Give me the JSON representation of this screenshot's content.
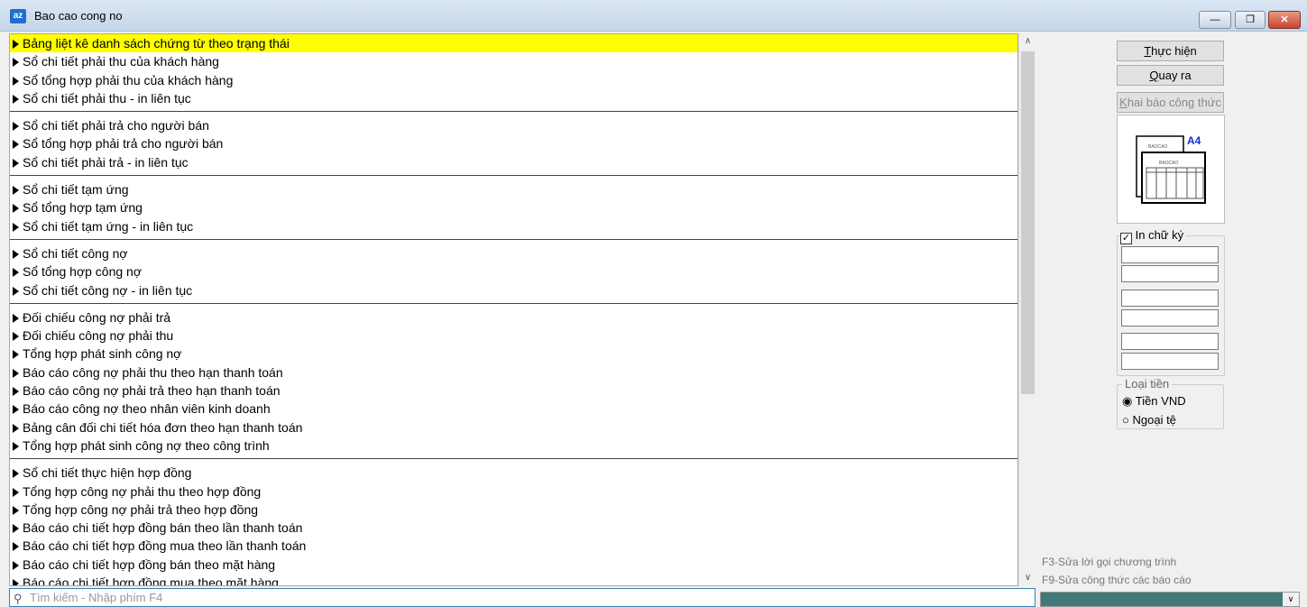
{
  "window": {
    "title": "Bao cao cong no",
    "app_icon": "az",
    "minimize": "—",
    "restore": "❐",
    "close": "✕"
  },
  "report_groups": [
    [
      "Bảng liệt kê danh sách chứng từ theo trạng thái",
      "Sổ chi tiết phải thu của khách hàng",
      "Sổ tổng hợp phải thu của khách hàng",
      "Sổ chi tiết phải thu - in liên tục"
    ],
    [
      "Sổ chi tiết phải trả cho người bán",
      "Sổ tổng hợp phải trả cho người bán",
      "Sổ chi tiết phải trả  - in liên tục"
    ],
    [
      "Sổ chi tiết tạm ứng",
      "Sổ tổng hợp tạm ứng",
      "Sổ chi tiết tạm ứng  - in liên tục"
    ],
    [
      "Sổ chi tiết công nợ",
      "Sổ tổng hợp công nợ",
      "Sổ chi tiết công nợ - in liên tục"
    ],
    [
      "Đối chiếu công nợ phải trả",
      "Đối chiếu công nợ phải thu",
      "Tổng hợp phát sinh công nợ",
      "Báo cáo công nợ phải thu theo hạn thanh toán",
      "Báo cáo công nợ phải trả theo hạn thanh toán",
      "Báo cáo công nợ theo nhân viên kinh doanh",
      "Bảng cân đối chi tiết hóa đơn theo hạn thanh toán",
      "Tổng hợp phát sinh công nợ theo công trình"
    ],
    [
      "Sổ chi tiết thực hiện hợp đồng",
      "Tổng hợp công nợ phải thu theo hợp đồng",
      "Tổng hợp công nợ phải trả theo hợp đồng",
      "Báo cáo chi tiết hợp đồng bán theo lần thanh toán",
      "Báo cáo chi tiết hợp đồng mua theo lần thanh toán",
      "Báo cáo chi tiết hợp đồng bán theo mặt hàng",
      "Báo cáo chi tiết hợp đồng mua theo mặt hàng"
    ]
  ],
  "search": {
    "placeholder": "Tìm kiếm - Nhập phím F4"
  },
  "buttons": {
    "execute": "Thực hiện",
    "back": "Quay ra",
    "formula": "Khai báo công thức"
  },
  "preview": {
    "paper": "A4",
    "doc_label": "BAOCAO"
  },
  "signature": {
    "label": "In chữ ký",
    "checked": true
  },
  "currency": {
    "legend": "Loại tiền",
    "options": [
      "Tiền VND",
      "Ngoại tệ"
    ],
    "selected": 0
  },
  "hints": [
    "F3-Sửa lời gọi chương trình",
    "F9-Sửa công thức các báo cáo"
  ]
}
